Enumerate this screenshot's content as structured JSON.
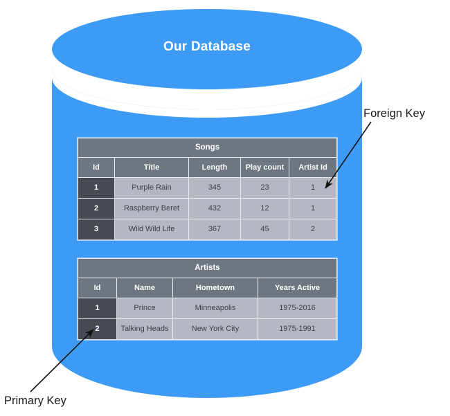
{
  "diagram": {
    "title": "Our Database",
    "accent_color": "#3d9bf5",
    "table_header_color": "#6d7681",
    "table_cell_color": "#b5b8c2",
    "primary_key_cell_color": "#474c54"
  },
  "tables": {
    "songs": {
      "name": "Songs",
      "columns": [
        "Id",
        "Title",
        "Length",
        "Play count",
        "Artist Id"
      ],
      "rows": [
        {
          "id": "1",
          "title": "Purple Rain",
          "length": "345",
          "play_count": "23",
          "artist_id": "1"
        },
        {
          "id": "2",
          "title": "Raspberry Beret",
          "length": "432",
          "play_count": "12",
          "artist_id": "1"
        },
        {
          "id": "3",
          "title": "Wild Wild Life",
          "length": "367",
          "play_count": "45",
          "artist_id": "2"
        }
      ]
    },
    "artists": {
      "name": "Artists",
      "columns": [
        "Id",
        "Name",
        "Hometown",
        "Years Active"
      ],
      "rows": [
        {
          "id": "1",
          "name": "Prince",
          "hometown": "Minneapolis",
          "years_active": "1975-2016"
        },
        {
          "id": "2",
          "name": "Talking Heads",
          "hometown": "New York City",
          "years_active": "1975-1991"
        }
      ]
    }
  },
  "annotations": {
    "foreign_key": "Foreign Key",
    "primary_key": "Primary Key"
  }
}
